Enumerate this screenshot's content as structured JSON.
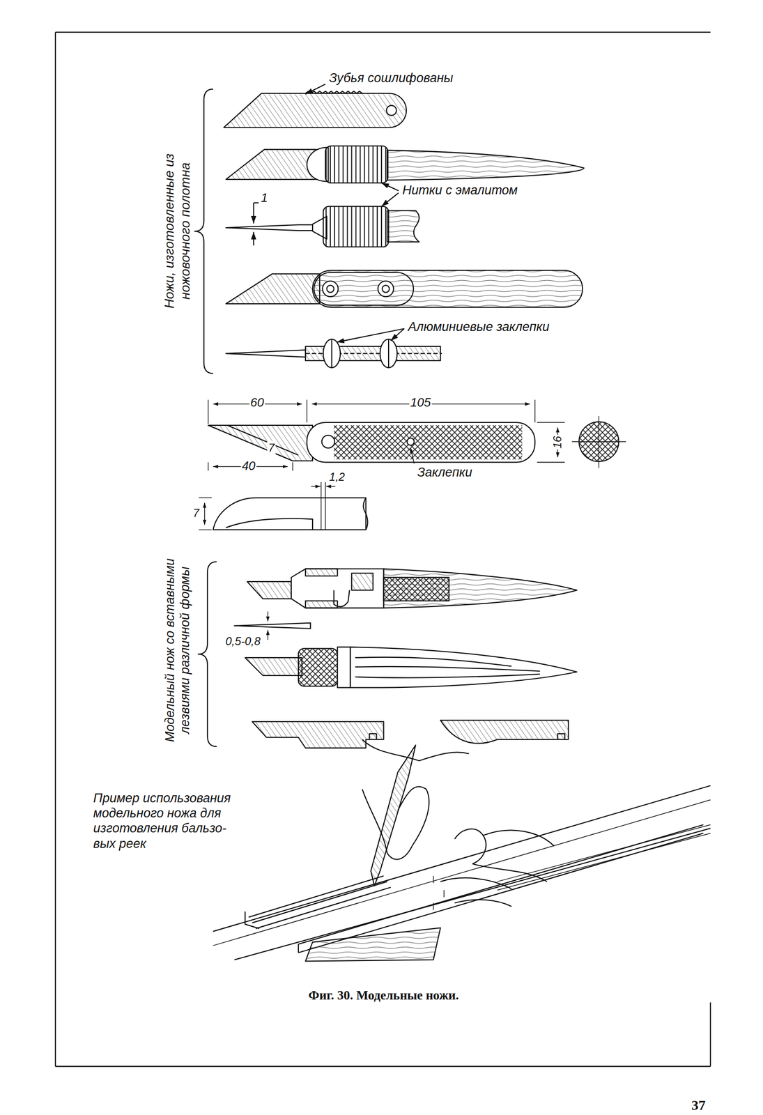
{
  "diagram": {
    "caption": "Фиг. 30. Модельные ножи.",
    "labels": [
      "Зубья сошлифованы",
      "Ножи, изготовленные из ножовочного полотна",
      "Нитки с эмалитом",
      "1",
      "Алюминиевые заклепки",
      "60",
      "105",
      "40",
      "7",
      "16",
      "Заклепки",
      "1,2",
      "7",
      "Модельный нож со вставными лезвиями различной формы",
      "0,5-0,8",
      "Пример использования модельного ножа для изготовления бальзо- вых реек",
      "37"
    ]
  }
}
